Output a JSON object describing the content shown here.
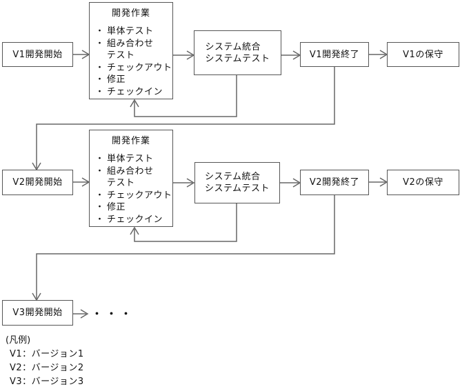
{
  "boxes": {
    "v1_start": "V1開発開始",
    "v1_end": "V1開発終了",
    "v1_maintenance": "V1の保守",
    "v2_start": "V2開発開始",
    "v2_end": "V2開発終了",
    "v2_maintenance": "V2の保守",
    "v3_start": "V3開発開始",
    "system_test": "システム統合\nシステムテスト",
    "continuation_dots": "・・・"
  },
  "work_box": {
    "title": "開発作業",
    "bullet": "・",
    "items": [
      "単体テスト",
      "組み合わせ\nテスト",
      "チェックアウト",
      "修正",
      "チェックイン"
    ]
  },
  "legend": {
    "title": "(凡例)",
    "entries": [
      "V1：バージョン1",
      "V2：バージョン2",
      "V3：バージョン3"
    ]
  },
  "colors": {
    "background": "#ffffff",
    "box_border": "#555555",
    "connector_line": "#666666",
    "text": "#111111"
  }
}
